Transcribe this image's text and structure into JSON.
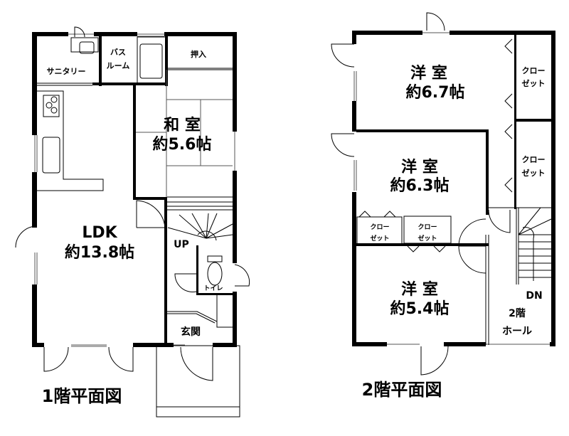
{
  "floor1": {
    "title": "1階平面図",
    "rooms": {
      "sanitary": "サニタリー",
      "bath_line1": "バス",
      "bath_line2": "ルーム",
      "oshiire": "押入",
      "washitsu_name": "和 室",
      "washitsu_size": "約5.6帖",
      "ldk_name": "LDK",
      "ldk_size": "約13.8帖",
      "up": "UP",
      "toilet": "トイレ",
      "genkan": "玄関"
    }
  },
  "floor2": {
    "title": "2階平面図",
    "rooms": {
      "room1_name": "洋 室",
      "room1_size": "約6.7帖",
      "room2_name": "洋 室",
      "room2_size": "約6.3帖",
      "room3_name": "洋 室",
      "room3_size": "約5.4帖",
      "closet_line1": "クロー",
      "closet_line2": "ゼット",
      "dn": "DN",
      "hall_line1": "2階",
      "hall_line2": "ホール"
    }
  }
}
